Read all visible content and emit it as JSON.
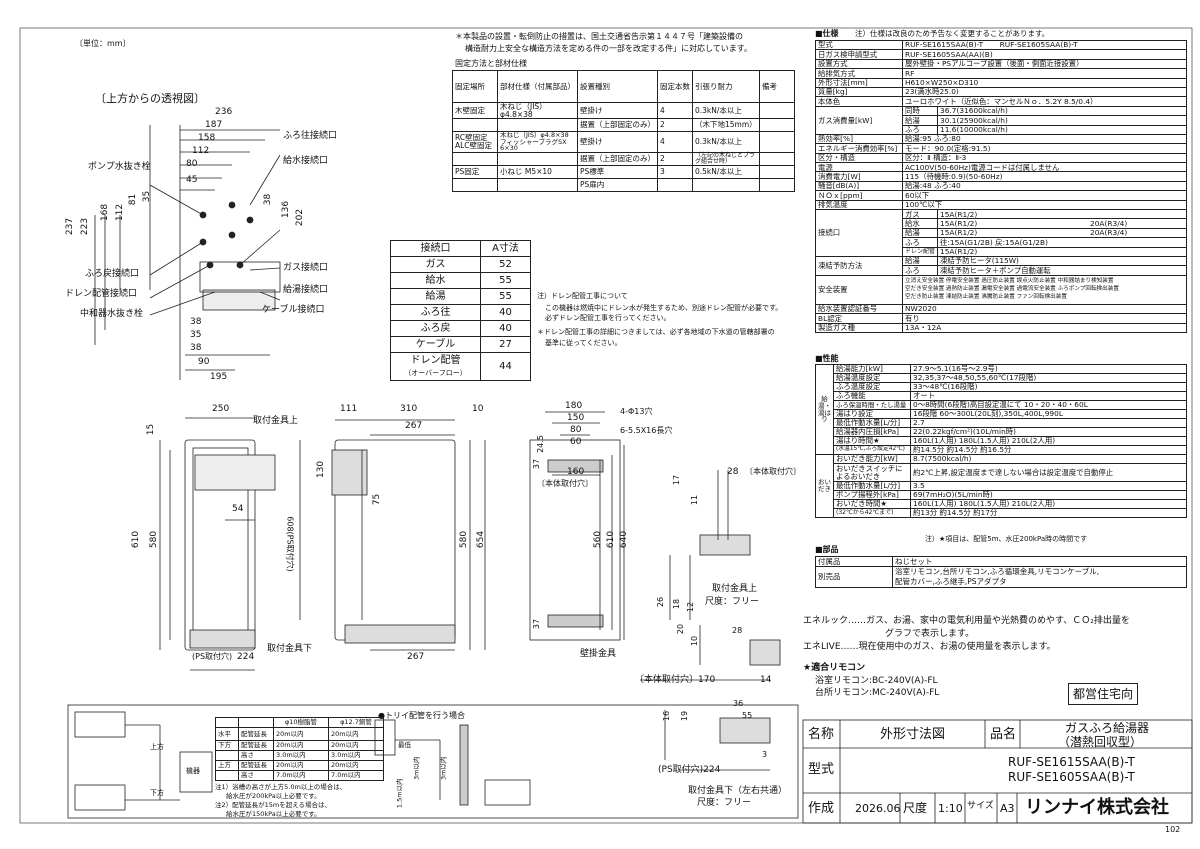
{
  "header": {
    "unit": "〔単位：mm〕",
    "notice_line1": "＊本製品の設置・転倒防止の措置は、国土交通省告示第１４４７号「建築設備の",
    "notice_line2": "構造耐力上安全な構造方法を定める件の一部を改定する件」に対応しています。",
    "fixing_title": "固定方法と部材仕様",
    "spec_note": "注）仕様は改良のため予告なく変更することがあります。"
  },
  "top_view": {
    "title": "〔上方からの透視図〕",
    "labels": [
      "ポンプ水抜き栓",
      "ふろ往接続口",
      "給水接続口",
      "ふろ戻接続口",
      "ガス接続口",
      "ドレン配管接続口",
      "給湯接続口",
      "中和器水抜き栓",
      "ケーブル接続口"
    ],
    "dims_top": [
      "236",
      "187",
      "158",
      "112",
      "80",
      "45",
      "35"
    ],
    "dims_left": [
      "237",
      "223",
      "168",
      "112",
      "81",
      "35"
    ],
    "dims_right": [
      "38",
      "136",
      "202"
    ],
    "dims_bottom": [
      "38",
      "35",
      "38",
      "90",
      "195"
    ]
  },
  "fixing_table": {
    "headers": [
      "固定場所",
      "部材仕様（付属部品）",
      "設置種別",
      "固定本数",
      "引張り耐力",
      "備考"
    ],
    "rows": [
      [
        "木壁固定",
        "木ねじ（JIS）φ4.8×38",
        "壁掛け",
        "4",
        "0.3kN/本以上"
      ],
      [
        "",
        "",
        "据置（上部固定のみ）",
        "2",
        "（木下地15mm）"
      ],
      [
        "RC壁固定 ALC壁固定",
        "木ねじ（JIS）φ4.8×38 フィッシャープラグSX 6×30",
        "壁掛け",
        "4",
        "0.3kN/本以上"
      ],
      [
        "",
        "",
        "据置（上部固定のみ）",
        "2",
        "（左記の木ねじとプラグ組合せ時）"
      ],
      [
        "PS固定",
        "小ねじ M5×10",
        "PS標準",
        "3",
        "0.5kN/本以上"
      ],
      [
        "",
        "",
        "PS扉内",
        "",
        ""
      ]
    ]
  },
  "connection_table": {
    "headers": [
      "接続口",
      "A寸法"
    ],
    "rows": [
      [
        "ガス",
        "52"
      ],
      [
        "給水",
        "55"
      ],
      [
        "給湯",
        "55"
      ],
      [
        "ふろ往",
        "40"
      ],
      [
        "ふろ戻",
        "40"
      ],
      [
        "ケーブル",
        "27"
      ],
      [
        "ドレン配管",
        "44"
      ]
    ],
    "drain_sub": "（オーバーフロー）"
  },
  "drain_note": {
    "l1": "注）ドレン配管工事について",
    "l2": "この機器は燃焼中にドレン水が発生するため、別途ドレン配管が必要です。",
    "l3": "必ずドレン配管工事を行ってください。",
    "l4": "＊ドレン配管工事の詳細につきましては、必ず各地域の下水道の管轄部署の",
    "l5": "基準に従ってください。"
  },
  "spec": {
    "title": "■仕様",
    "rows": [
      [
        "型式",
        "RUF-SE1615SAA(B)-T",
        "RUF-SE1605SAA(B)-T"
      ],
      [
        "日ガス検申請型式",
        "RUF-SE1605SAA(AA)(B)",
        ""
      ],
      [
        "設置方式",
        "屋外壁掛・PSアルコーブ設置（後面・側面近接設置）",
        ""
      ],
      [
        "給排気方式",
        "RF",
        ""
      ],
      [
        "外形寸法[mm]",
        "H610×W250×D310",
        ""
      ],
      [
        "質量[kg]",
        "23(満水時25.0)",
        ""
      ],
      [
        "本体色",
        "ユーロホワイト（近似色：マンセルＮｏ．5.2Y 8.5/0.4）",
        ""
      ]
    ],
    "gas_label": "ガス消費量[kW]",
    "gas_rows": [
      [
        "同時",
        "36.7(31600kcal/h)"
      ],
      [
        "給湯",
        "30.1(25900kcal/h)"
      ],
      [
        "ふろ",
        "11.6(10000kcal/h)"
      ]
    ],
    "rows2": [
      [
        "熱効率[%]",
        "給湯:95 ふろ:80"
      ],
      [
        "エネルギー消費効率[%]",
        "モード：90.0(定格:91.5)"
      ],
      [
        "区分・構造",
        "区分：Ⅱ 構造：Ⅱ-3"
      ],
      [
        "電源",
        "AC100V(50-60Hz)電源コードは付属しません"
      ],
      [
        "消費電力[W]",
        "115（待機時:0.9)(50-60Hz)"
      ],
      [
        "騒音[dB(A)]",
        "給湯:48 ふろ:40"
      ],
      [
        "ＮＯｘ[ppm]",
        "60以下"
      ],
      [
        "排気温度",
        "100℃以下"
      ]
    ],
    "conn_label": "接続口",
    "conn_rows": [
      [
        "ガス",
        "15A(R1/2)",
        ""
      ],
      [
        "給水",
        "15A(R1/2)",
        "20A(R3/4)"
      ],
      [
        "給湯",
        "15A(R1/2)",
        "20A(R3/4)"
      ],
      [
        "ふろ",
        "往:15A(G1/2B) 戻:15A(G1/2B)",
        ""
      ],
      [
        "ドレン配管",
        "15A(R1/2)",
        ""
      ]
    ],
    "freeze_label": "凍結予防方法",
    "freeze_rows": [
      [
        "給湯",
        "凍結予防ヒータ(115W)"
      ],
      [
        "ふろ",
        "凍結予防ヒータ＋ポンプ自動運転"
      ]
    ],
    "safety_label": "安全装置",
    "safety_lines": [
      "立消え安全装置 停電安全装置 過圧防止装置 誤点火防止装置 中和器詰まり検知装置",
      "空だき安全装置 過熱防止装置 漏電安全装置 過電流安全装置 ふろポンプ回転検出装置",
      "空だき防止装置 凍結防止装置 沸騰防止装置 ファン回転検出装置"
    ],
    "rows3": [
      [
        "給水装置認証番号",
        "NW2020"
      ],
      [
        "BL認定",
        "有り"
      ],
      [
        "製造ガス種",
        "13A・12A"
      ]
    ]
  },
  "perf": {
    "title": "■性能",
    "side_kyuto": "給湯・湯はり",
    "side_oidaki": "おいだき",
    "rows": [
      [
        "給湯能力[kW]",
        "27.9〜5.1(16号〜2.9号)"
      ],
      [
        "給湯温度設定",
        "32,35,37〜48,50,55,60℃(17段階)"
      ],
      [
        "ふろ温度設定",
        "33〜48℃(16段階)"
      ],
      [
        "ふろ機能",
        "オート"
      ],
      [
        "ふろ保温時間・たし湯量",
        "0〜8時間(6段階)高目設定温にて 10・20・40・60L"
      ],
      [
        "湯はり設定",
        "16段階 60〜300L(20L刻),350L,400L,990L"
      ],
      [
        "最低作動水量[L/分]",
        "2.7"
      ],
      [
        "給湯器内圧損[kPa]",
        "22(0.22kgf/cm²)(10L/min時)"
      ],
      [
        "湯はり時間★",
        "160L(1人用) 180L(1.5人用) 210L(2人用)"
      ],
      [
        "(水温15℃,ふろ設定42℃)",
        "約14.5分 約14.5分 約16.5分"
      ],
      [
        "おいだき能力[kW]",
        "8.7(7500kcal/h)"
      ],
      [
        "おいだきスイッチによるおいだき",
        "約2℃上昇,設定温度まで達しない場合は設定温度で自動停止"
      ],
      [
        "最低作動水量[L/分]",
        "3.5"
      ],
      [
        "ポンプ揚程外[kPa]",
        "69(7mH₂O)(5L/min時)"
      ],
      [
        "おいだき時間★",
        "160L(1人用) 180L(1.5人用) 210L(2人用)"
      ],
      [
        "(32℃から42℃まで)",
        "約13分 約14.5分 約17分"
      ]
    ],
    "footnote": "注）★項目は、配管5m、水圧200kPa時の時間です"
  },
  "parts": {
    "title": "■部品",
    "rows": [
      [
        "付属品",
        "ねじセット"
      ],
      [
        "別売品",
        "浴室リモコン,台所リモコン,ふろ循環金具,リモコンケーブル,"
      ],
      [
        "",
        "配管カバー,ふろ継手,PSアダプタ"
      ]
    ]
  },
  "eneluck": {
    "l1": "エネルック……ガス、お湯、家中の電気利用量や光熱費のめやす、ＣＯ₂排出量を",
    "l2": "グラフで表示します。",
    "l3": "エネLIVE……現在使用中のガス、お湯の使用量を表示します。"
  },
  "remote": {
    "title": "★適合リモコン",
    "bath": "浴室リモコン:BC-240V(A)-FL",
    "kitchen": "台所リモコン:MC-240V(A)-FL",
    "badge": "都営住宅向"
  },
  "front": {
    "labels": [
      "取付金具上",
      "取付金具下",
      "(PS取付穴)"
    ],
    "dims": [
      "250",
      "15",
      "610",
      "580",
      "54",
      "608(PS取付穴)",
      "224"
    ]
  },
  "side": {
    "dims": [
      "111",
      "310",
      "10",
      "267",
      "130",
      "75",
      "580",
      "654",
      "267"
    ]
  },
  "rear": {
    "dims": [
      "180",
      "150",
      "80",
      "60",
      "24.5",
      "4-Φ13穴",
      "6-5.5X16長穴",
      "160",
      "〔本体取付穴〕",
      "560",
      "610",
      "640",
      "37",
      "37"
    ]
  },
  "bracket": {
    "top_label": "取付金具上",
    "scale": "尺度：フリー",
    "wall_label": "壁掛金具",
    "bottom_label": "取付金具下（左右共通）",
    "scale2": "尺度：フリー",
    "dims": [
      "28",
      "〔本体取付穴〕",
      "17",
      "11",
      "26",
      "18",
      "12",
      "28",
      "20",
      "10",
      "〔本体取付穴〕170",
      "14",
      "36",
      "55",
      "19",
      "16",
      "(PS取付穴)224",
      "3"
    ]
  },
  "drain_fig": {
    "title": "●トリイ配管を行う場合",
    "col1": "φ10樹脂管",
    "col2": "φ12.7銅管",
    "rows": [
      [
        "水平",
        "配管延長",
        "20m以内",
        "20m以内"
      ],
      [
        "下方",
        "配管延長",
        "20m以内",
        "20m以内"
      ],
      [
        "",
        "高さ",
        "3.0m以内",
        "3.0m以内"
      ],
      [
        "上方",
        "配管延長",
        "20m以内",
        "20m以内"
      ],
      [
        "",
        "高さ",
        "7.0m以内",
        "7.0m以内"
      ]
    ],
    "note1": "注1）浴槽の高さが上方5.0m以上の場合は、",
    "note2": "給水圧が200kPa以上必要です。",
    "note3": "注2）配管延長が15mを超える場合は、",
    "note4": "給水圧が150kPa以上必要です。",
    "unit_label": "機器",
    "h1": "上方",
    "h2": "下方",
    "h3": "1.5m以内",
    "h4": "3m以内",
    "h5": "3m以内",
    "h6": "最低"
  },
  "title_block": {
    "name_label": "名称",
    "name": "外形寸法図",
    "product_label": "品名",
    "product1": "ガスふろ給湯器",
    "product2": "（潜熱回収型）",
    "model_label": "型式",
    "model1": "RUF-SE1615SAA(B)-T",
    "model2": "RUF-SE1605SAA(B)-T",
    "made_label": "作成",
    "date": "2026.06",
    "scale_label": "尺度",
    "scale": "1:10",
    "size_label": "サイズ",
    "size": "A3",
    "company": "リンナイ株式会社",
    "page": "102"
  }
}
